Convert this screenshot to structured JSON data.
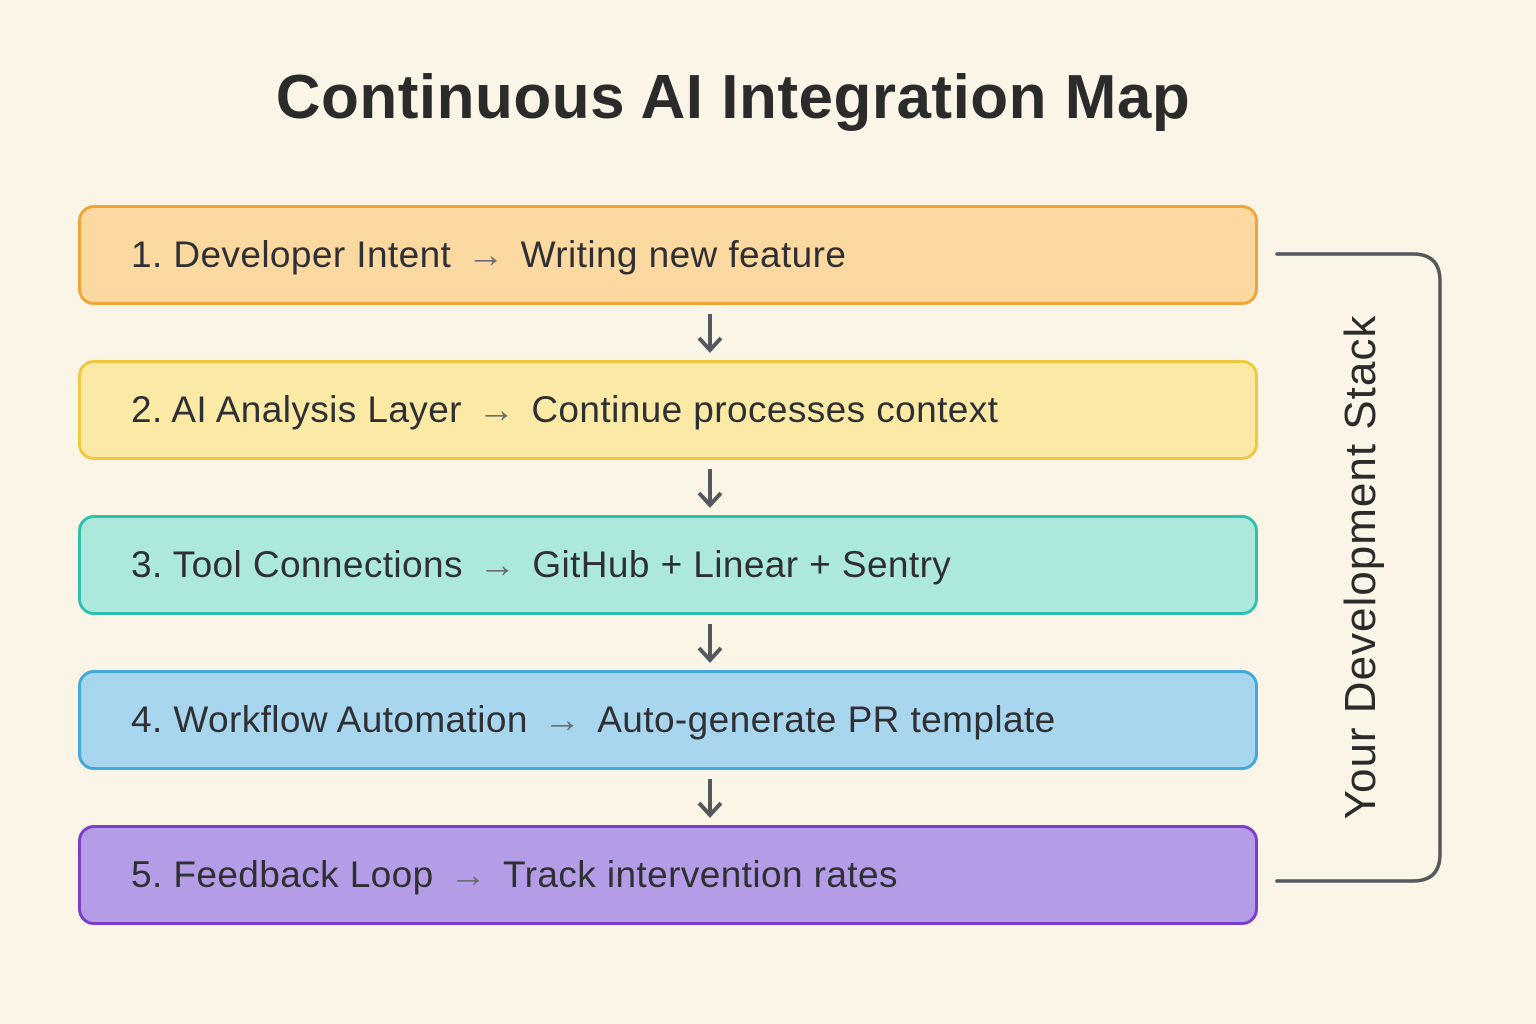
{
  "title": "Continuous AI Integration Map",
  "side_label": "Your Development Stack",
  "arrow_glyph": "→",
  "colors": {
    "background": "#FAF5E7",
    "title_text": "#2B2B2B",
    "box_text": "#2E3033",
    "inline_arrow": "#6A6E72",
    "flow_arrow": "#55585C",
    "bracket_line": "#55585C"
  },
  "steps": [
    {
      "label": "1. Developer Intent",
      "detail": "Writing new feature",
      "fill": "#FBD9A0",
      "border": "#F0A437"
    },
    {
      "label": "2. AI Analysis Layer",
      "detail": "Continue processes context",
      "fill": "#FBE9A6",
      "border": "#EFC83E"
    },
    {
      "label": "3. Tool Connections",
      "detail": "GitHub + Linear + Sentry",
      "fill": "#ACE8DC",
      "border": "#2FBFAD"
    },
    {
      "label": "4. Workflow Automation",
      "detail": "Auto-generate PR template",
      "fill": "#A9D6EF",
      "border": "#44A8DC"
    },
    {
      "label": "5. Feedback Loop",
      "detail": "Track intervention rates",
      "fill": "#B59CE6",
      "border": "#7C3DC8"
    }
  ]
}
